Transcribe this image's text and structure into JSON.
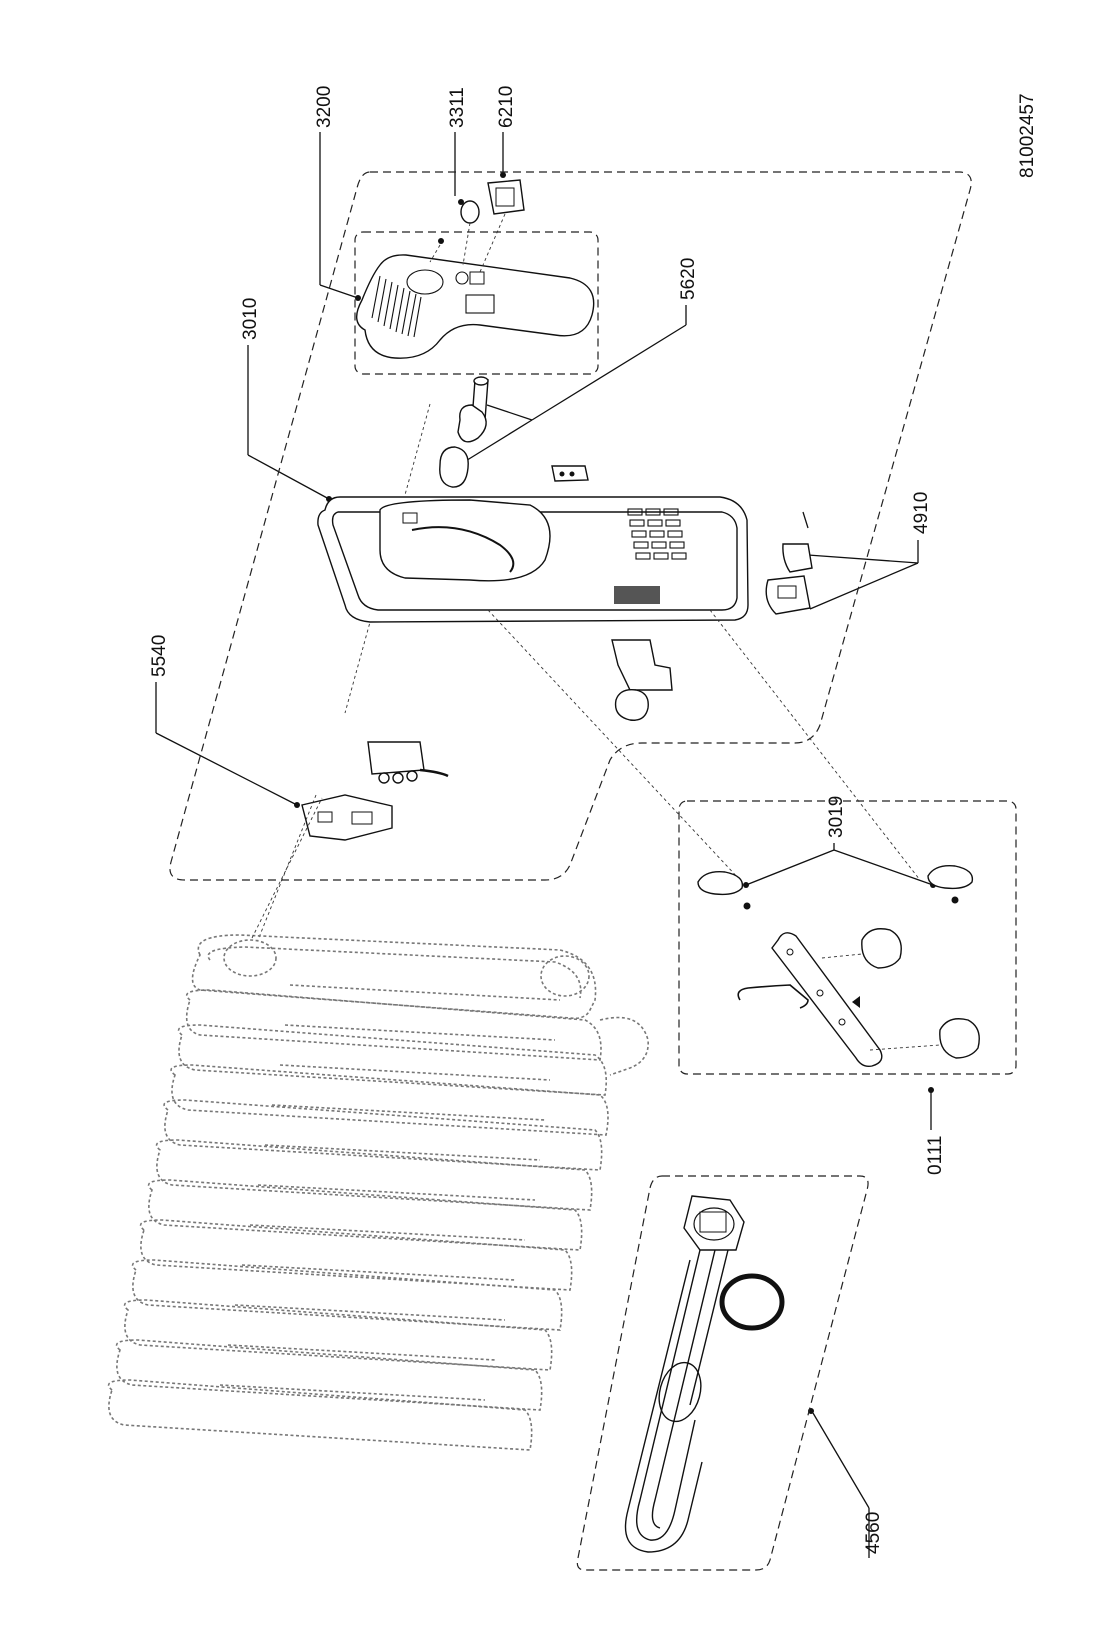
{
  "drawing_number": "81002457",
  "callouts": [
    {
      "id": "c3200",
      "text": "3200"
    },
    {
      "id": "c3311",
      "text": "3311"
    },
    {
      "id": "c6210",
      "text": "6210"
    },
    {
      "id": "c3010",
      "text": "3010"
    },
    {
      "id": "c5620",
      "text": "5620"
    },
    {
      "id": "c5540",
      "text": "5540"
    },
    {
      "id": "c4910",
      "text": "4910"
    },
    {
      "id": "c3019",
      "text": "3019"
    },
    {
      "id": "c0111",
      "text": "0111"
    },
    {
      "id": "c4560",
      "text": "4560"
    }
  ]
}
